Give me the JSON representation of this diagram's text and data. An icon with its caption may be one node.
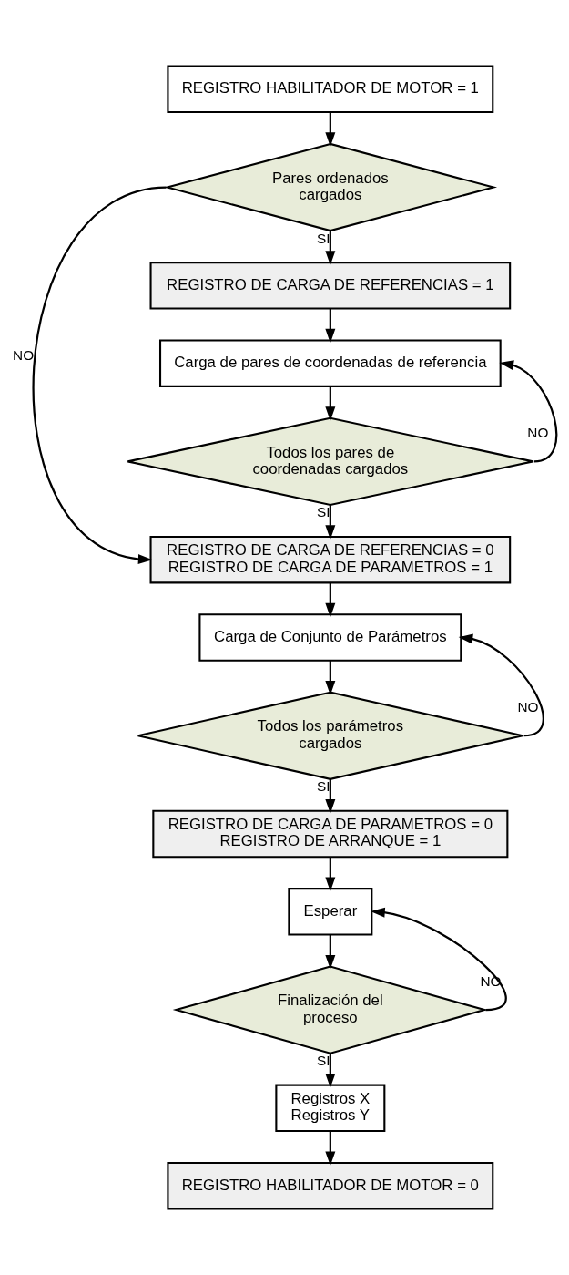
{
  "diagram": {
    "nodes": [
      {
        "text": [
          "REGISTRO HABILITADOR DE MOTOR = 1"
        ]
      },
      {
        "text": [
          "Pares ordenados cargados"
        ]
      },
      {
        "text": [
          "REGISTRO DE CARGA DE REFERENCIAS = 1"
        ]
      },
      {
        "text": [
          "Carga de pares de coordenadas de referencia"
        ]
      },
      {
        "text": [
          "Todos los pares de coordenadas cargados"
        ]
      },
      {
        "text": [
          "REGISTRO DE CARGA DE REFERENCIAS = 0",
          "REGISTRO DE CARGA DE PARAMETROS = 1"
        ]
      },
      {
        "text": [
          "Carga de Conjunto de Parámetros"
        ]
      },
      {
        "text": [
          "Todos los parámetros cargados"
        ]
      },
      {
        "text": [
          "REGISTRO DE CARGA DE PARAMETROS = 0",
          "REGISTRO DE ARRANQUE = 1"
        ]
      },
      {
        "text": [
          "Esperar"
        ]
      },
      {
        "text": [
          "Finalización del proceso"
        ]
      },
      {
        "text": [
          "Registros X",
          "Registros Y"
        ]
      },
      {
        "text": [
          "REGISTRO HABILITADOR DE MOTOR = 0"
        ]
      }
    ],
    "edges": [
      {
        "from": 0,
        "to": 1,
        "arrow": "to"
      },
      {
        "from": 1,
        "to": 2,
        "arrow": "to",
        "label": "SI"
      },
      {
        "from": 1,
        "to": 5,
        "arrow": "to",
        "label": "NO"
      },
      {
        "from": 2,
        "to": 3,
        "arrow": "to"
      },
      {
        "from": 3,
        "to": 4,
        "arrow": "to"
      },
      {
        "from": 4,
        "to": 3,
        "arrow": "to",
        "label": "NO"
      },
      {
        "from": 4,
        "to": 5,
        "arrow": "to",
        "label": "SI"
      },
      {
        "from": 5,
        "to": 6,
        "arrow": "to"
      },
      {
        "from": 6,
        "to": 7,
        "arrow": "to"
      },
      {
        "from": 7,
        "to": 6,
        "arrow": "to",
        "label": "NO"
      },
      {
        "from": 7,
        "to": 8,
        "arrow": "to",
        "label": "SI"
      },
      {
        "from": 8,
        "to": 9,
        "arrow": "to"
      },
      {
        "from": 9,
        "to": 10,
        "arrow": "to"
      },
      {
        "from": 10,
        "to": 9,
        "arrow": "to",
        "label": "NO"
      },
      {
        "from": 10,
        "to": 11,
        "arrow": "to",
        "label": "SI"
      },
      {
        "from": 11,
        "to": 12,
        "arrow": "to"
      }
    ]
  }
}
